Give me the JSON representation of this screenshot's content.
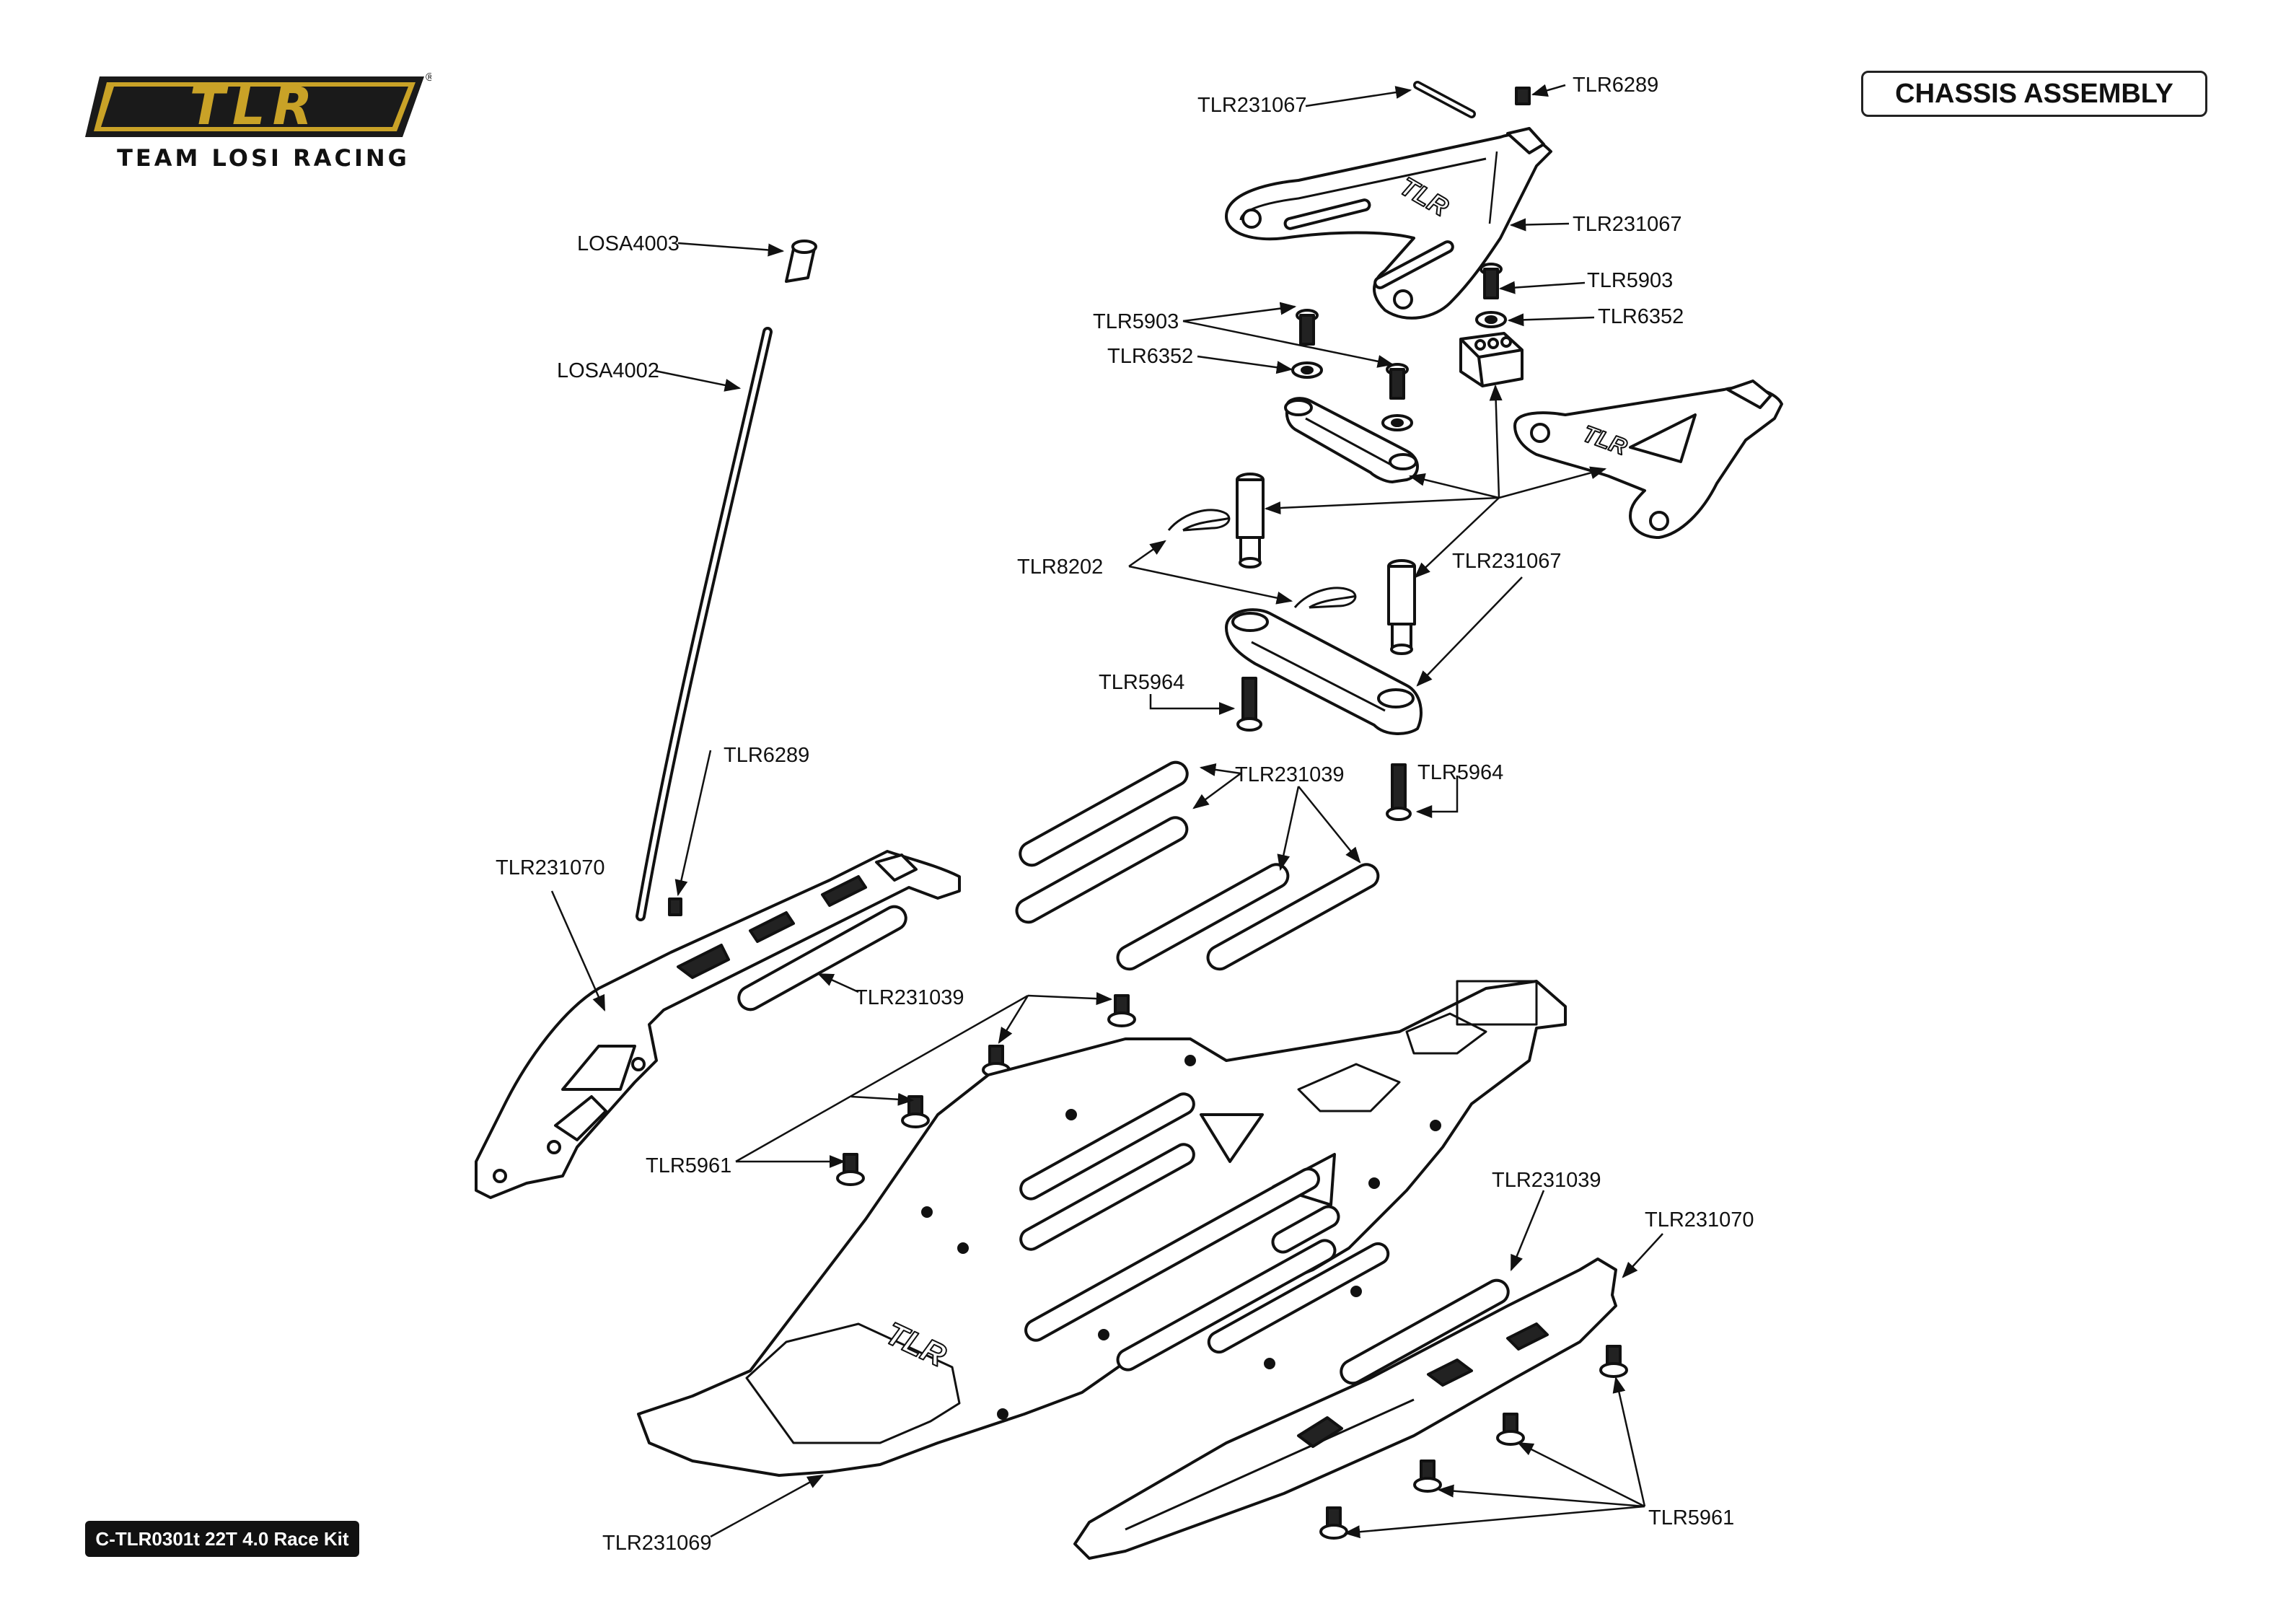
{
  "header": {
    "logo_text": "TLR",
    "logo_registered": "®",
    "logo_subtitle": "TEAM LOSI RACING",
    "title": "CHASSIS ASSEMBLY"
  },
  "footer": {
    "kit_label": "C-TLR0301t 22T 4.0 Race Kit"
  },
  "colors": {
    "logo_gold": "#c9a227",
    "logo_dark": "#1a1a1a",
    "line": "#111111"
  },
  "parts": {
    "tlr231067_pin": "TLR231067",
    "tlr6289_top": "TLR6289",
    "tlr231067_plate": "TLR231067",
    "losa4003": "LOSA4003",
    "losa4002": "LOSA4002",
    "tlr5903_right": "TLR5903",
    "tlr5903_left": "TLR5903",
    "tlr6352_right": "TLR6352",
    "tlr6352_left": "TLR6352",
    "tlr8202": "TLR8202",
    "tlr231067_mid": "TLR231067",
    "tlr5964_left": "TLR5964",
    "tlr5964_right": "TLR5964",
    "tlr231039_top": "TLR231039",
    "tlr6289_left": "TLR6289",
    "tlr231070_left": "TLR231070",
    "tlr231039_left": "TLR231039",
    "tlr5961_left": "TLR5961",
    "tlr231039_right": "TLR231039",
    "tlr231070_right": "TLR231070",
    "tlr5961_right": "TLR5961",
    "tlr231069": "TLR231069"
  }
}
